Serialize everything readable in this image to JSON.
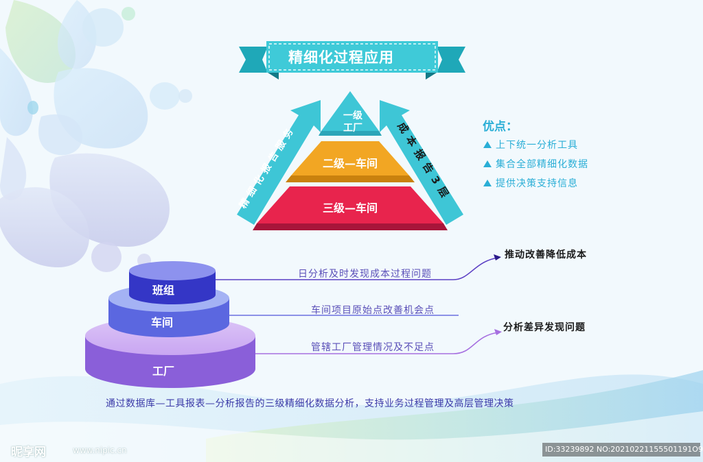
{
  "title": "精细化过程应用",
  "pyramid": {
    "level1_line1": "一级",
    "level1_line2": "工厂",
    "level2": "二级—车间",
    "level3": "三级—车间",
    "left_arrow_text": "精细化报告服务",
    "right_arrow_text": "成本报告3层"
  },
  "advantages": {
    "title": "优点：",
    "items": [
      "上下统一分析工具",
      "集合全部精细化数据",
      "提供决策支持信息"
    ]
  },
  "layers": [
    {
      "label": "班组",
      "desc": "日分析及时发现成本过程问题"
    },
    {
      "label": "车间",
      "desc": "车间项目原始点改善机会点"
    },
    {
      "label": "工厂",
      "desc": "管辖工厂管理情况及不足点"
    }
  ],
  "results": [
    "推动改善降低成本",
    "分析差异发现问题"
  ],
  "summary": "通过数据库—工具报表—分析报告的三级精细化数据分析，支持业务过程管理及高层管理决策",
  "watermark": {
    "logo": "昵享网",
    "url": "www.nipic.cn",
    "id": "ID:33239892 NO:20210221155501191O9"
  },
  "colors": {
    "teal": "#3ec6d6",
    "orange": "#f2a623",
    "red": "#e8244d",
    "purple": "#8a5fd9",
    "blue": "#5b67e0"
  }
}
